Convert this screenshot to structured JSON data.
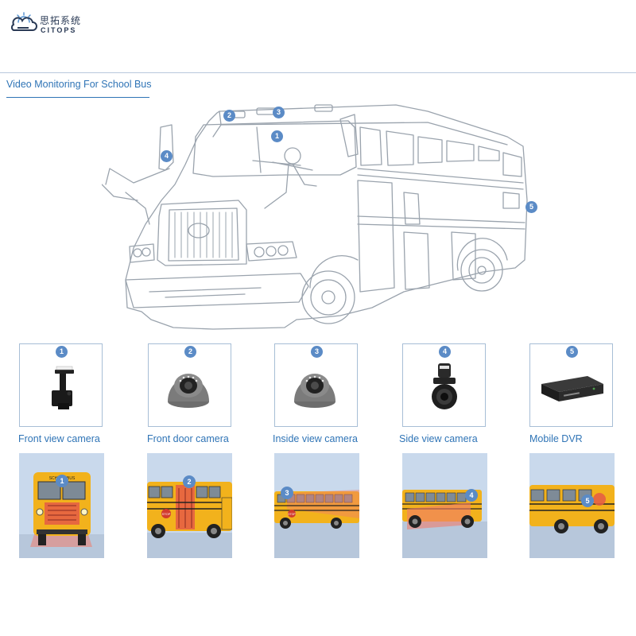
{
  "logo": {
    "cn": "思拓系统",
    "en": "CITOPS"
  },
  "section_title": "Video Monitoring For School Bus",
  "bus_markers": [
    "1",
    "2",
    "3",
    "4",
    "5"
  ],
  "devices": [
    {
      "num": "1",
      "label": "Front view camera"
    },
    {
      "num": "2",
      "label": "Front door camera"
    },
    {
      "num": "3",
      "label": "Inside view camera"
    },
    {
      "num": "4",
      "label": "Side view camera"
    },
    {
      "num": "5",
      "label": "Mobile DVR"
    }
  ],
  "scenes": [
    {
      "num": "1",
      "bus_text": "SCHOOL BUS"
    },
    {
      "num": "2",
      "sign_text": "STOP"
    },
    {
      "num": "3",
      "sign_text": "STOP"
    },
    {
      "num": "4"
    },
    {
      "num": "5"
    }
  ],
  "colors": {
    "accent": "#2f74b6",
    "badge": "#5b8bc6",
    "card_border": "#a7bed6",
    "scene_bg": "#c9d9ec",
    "bus_yellow": "#f2b21c"
  }
}
